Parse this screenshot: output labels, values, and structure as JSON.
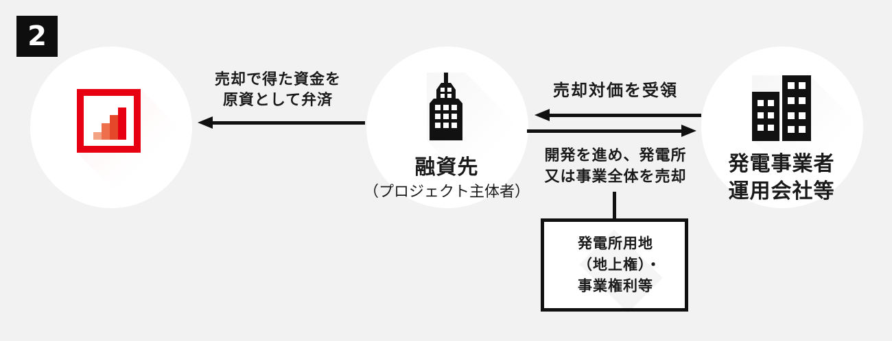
{
  "badge": {
    "number": "2"
  },
  "colors": {
    "background": "#f2f2f2",
    "ink": "#111111",
    "logo_red": "#e60012",
    "logo_bars": [
      "#f3a283",
      "#ed6f4b",
      "#e44729",
      "#e60012"
    ]
  },
  "entities": {
    "lender": {
      "icon": "bar-chart-logo"
    },
    "borrower": {
      "title": "融資先",
      "subtitle": "（プロジェクト主体者）",
      "icon": "office-building"
    },
    "operator": {
      "title_line1": "発電事業者",
      "title_line2": "運用会社等",
      "icon": "two-buildings"
    }
  },
  "flows": {
    "repay": {
      "line1": "売却で得た資金を",
      "line2": "原資として弁済",
      "direction": "left"
    },
    "receive": {
      "label": "売却対価を受領",
      "direction": "left"
    },
    "develop": {
      "line1": "開発を進め、発電所",
      "line2": "又は事業全体を売却",
      "direction": "right"
    }
  },
  "asset_box": {
    "line1": "発電所用地",
    "line2": "（地上権）・",
    "line3": "事業権利等"
  }
}
